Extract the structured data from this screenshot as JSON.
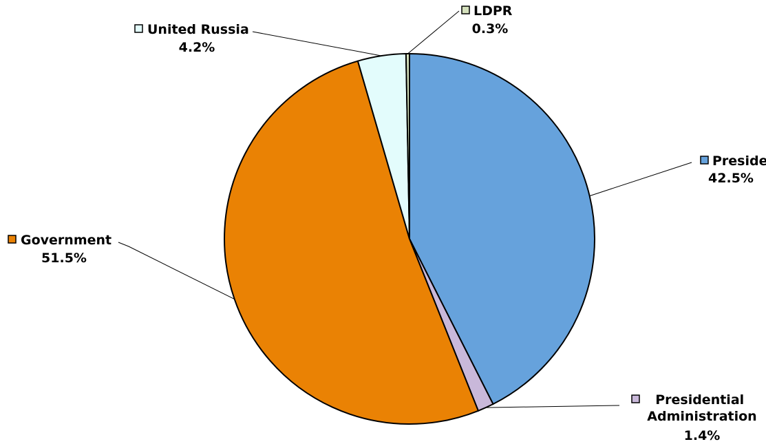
{
  "chart_data": {
    "type": "pie",
    "title": "",
    "slices": [
      {
        "name": "President",
        "value": 42.5,
        "value_label": "42.5%",
        "color": "#66a2dc"
      },
      {
        "name": "Presidential Administration",
        "value": 1.4,
        "value_label": "1.4%",
        "color": "#c9b8da"
      },
      {
        "name": "Government",
        "value": 51.5,
        "value_label": "51.5%",
        "color": "#ea8204"
      },
      {
        "name": "United Russia",
        "value": 4.2,
        "value_label": "4.2%",
        "color": "#e3fcfc"
      },
      {
        "name": "LDPR",
        "value": 0.3,
        "value_label": "0.3%",
        "color": "#d5e1bd"
      }
    ],
    "start_angle": "12 o'clock",
    "direction": "clockwise",
    "legend": "none (labels beside slices)"
  }
}
